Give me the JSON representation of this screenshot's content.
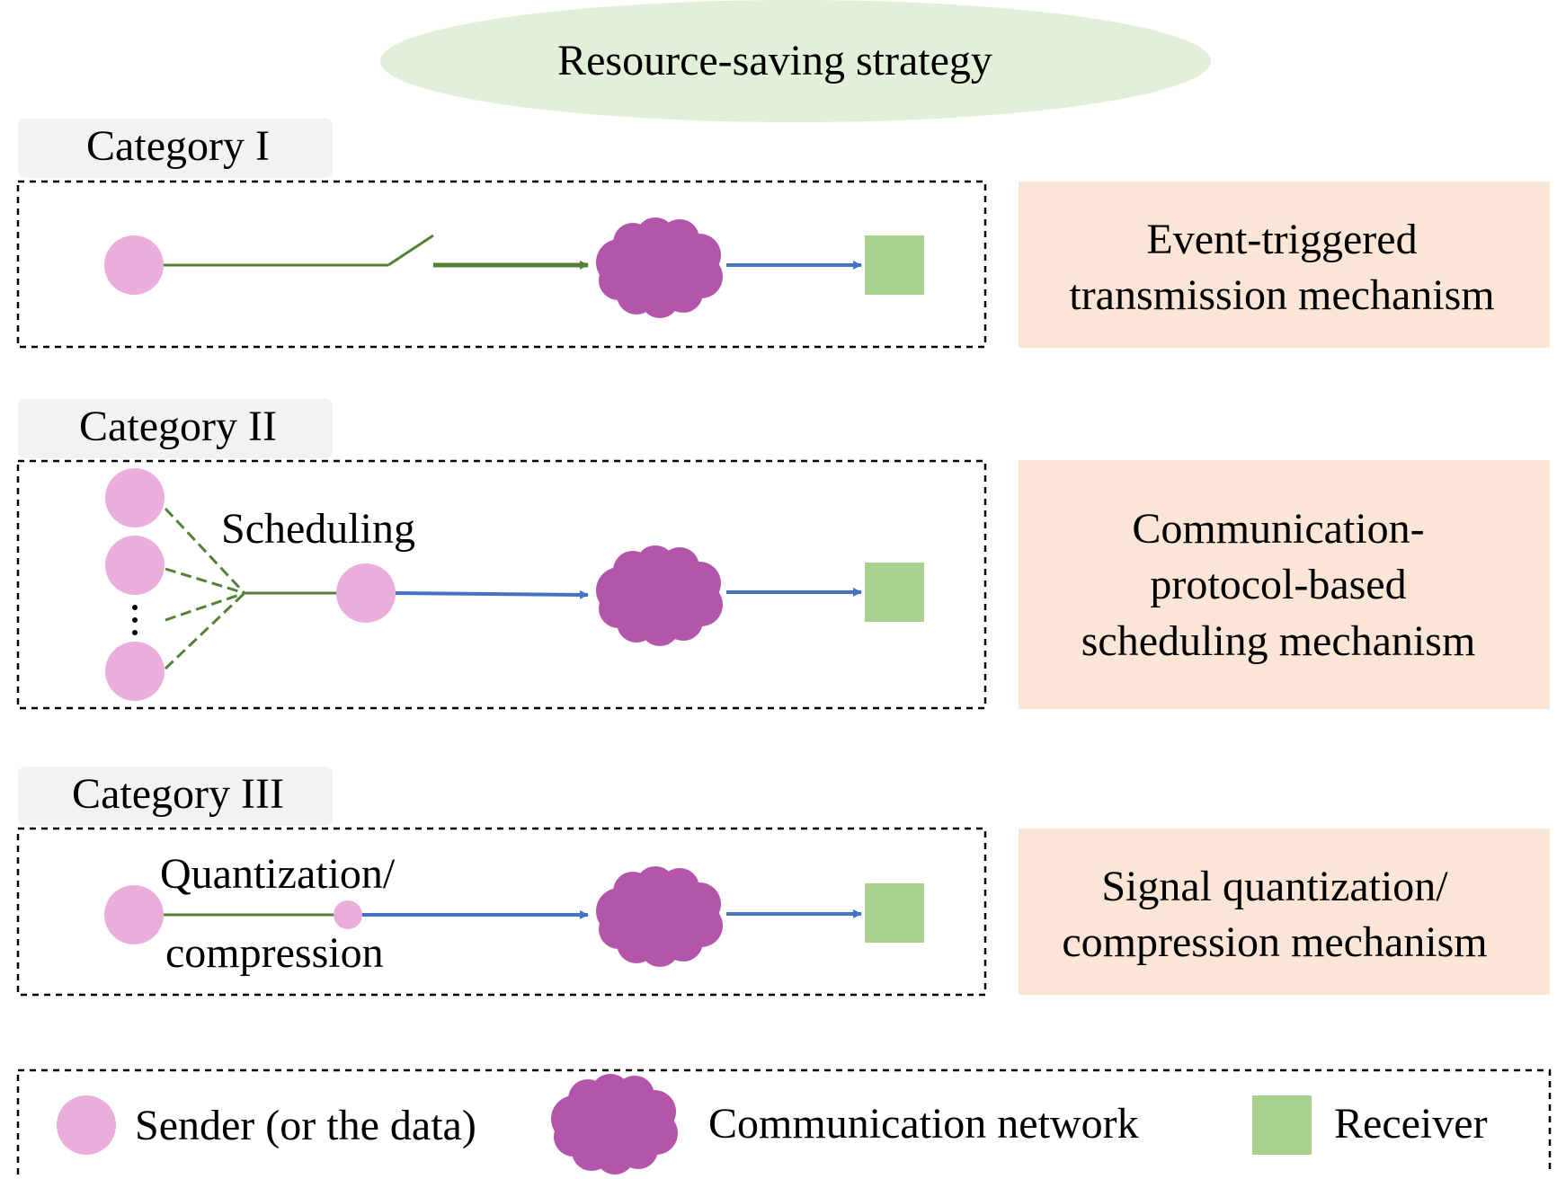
{
  "title": "Resource-saving strategy",
  "colors": {
    "title_fill": "#e2efd9",
    "category_tab_fill": "#f2f2f2",
    "mechanism_fill": "#fbe5d6",
    "sender": "#ebaedb",
    "network": "#b455ac",
    "receiver": "#a9d18e",
    "green_line": "#548235",
    "blue_arrow": "#4472c4"
  },
  "categories": [
    {
      "label": "Category I",
      "mechanism_lines": [
        "Event-triggered",
        "transmission mechanism"
      ]
    },
    {
      "label": "Category II",
      "mechanism_lines": [
        "Communication-",
        "protocol-based",
        "scheduling mechanism"
      ],
      "annotation": "Scheduling"
    },
    {
      "label": "Category III",
      "mechanism_lines": [
        "Signal quantization/",
        "compression mechanism"
      ],
      "annotation_lines": [
        "Quantization/",
        "compression"
      ]
    }
  ],
  "legend": {
    "sender": "Sender (or the data)",
    "network": "Communication network",
    "receiver": "Receiver"
  }
}
